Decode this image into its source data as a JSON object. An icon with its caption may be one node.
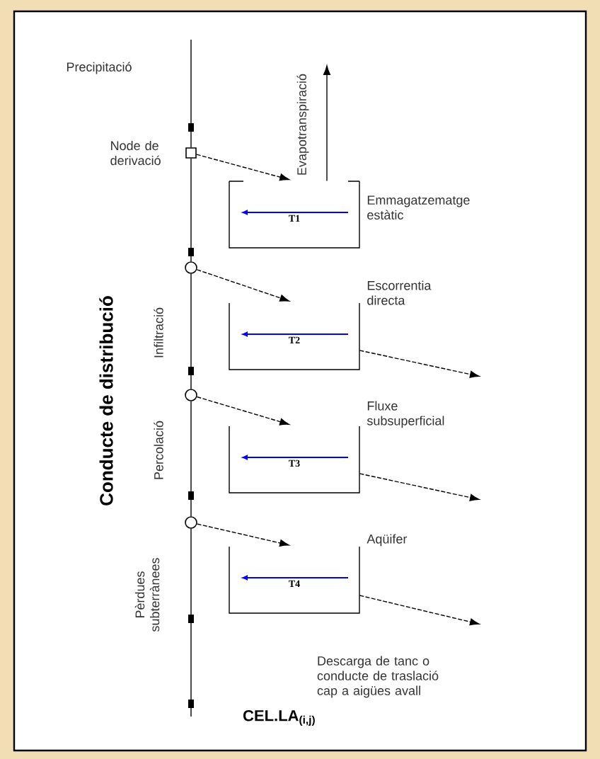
{
  "diagram": {
    "nodes": [
      {
        "text": [],
        "shape": "box",
        "beside": [
          "Node de derivació"
        ]
      },
      {
        "text": [],
        "shape": "circle"
      },
      {
        "text": [],
        "shape": "circle"
      },
      {
        "text": [],
        "shape": "circle"
      },
      {
        "text": [
          "T1"
        ],
        "beside": [
          "Emmagatzematge estàtic"
        ]
      },
      {
        "text": [
          "T2"
        ],
        "beside": [
          "Escorrentia directa"
        ]
      },
      {
        "text": [
          "T3"
        ],
        "beside": [
          "Fluxe subsuperficial"
        ]
      },
      {
        "text": [
          "T4"
        ],
        "beside": [
          "Aqüifer"
        ]
      }
    ],
    "edges": [
      {
        "from": null,
        "to": 0,
        "arrow": "none",
        "label": "Precipitació"
      },
      {
        "from": 0,
        "to": 1,
        "arrow": "none"
      },
      {
        "from": 1,
        "to": 2,
        "arrow": "none",
        "label": "Infiltració"
      },
      {
        "from": 2,
        "to": 3,
        "arrow": "none",
        "label": "Percolació"
      },
      {
        "from": 3,
        "to": null,
        "arrow": "none",
        "label": "Pèrdues subterrànees"
      },
      {
        "from": 0,
        "to": 4,
        "arrow": "to",
        "style": "dashed"
      },
      {
        "from": 1,
        "to": 5,
        "arrow": "to",
        "style": "dashed"
      },
      {
        "from": 2,
        "to": 6,
        "arrow": "to",
        "style": "dashed"
      },
      {
        "from": 3,
        "to": 7,
        "arrow": "to",
        "style": "dashed"
      },
      {
        "from": 4,
        "to": null,
        "arrow": "to",
        "label": "Evapotranspiració"
      },
      {
        "from": 5,
        "to": null,
        "arrow": "to",
        "style": "dashed"
      },
      {
        "from": 6,
        "to": null,
        "arrow": "to",
        "style": "dashed"
      },
      {
        "from": 7,
        "to": null,
        "arrow": "to",
        "style": "dashed",
        "label": "Descarga de tanc o conducte de traslació cap a aigües avall"
      }
    ],
    "labels": [
      "Conducte de distribució",
      "CEL.LA$_{(i,j)}$"
    ]
  }
}
